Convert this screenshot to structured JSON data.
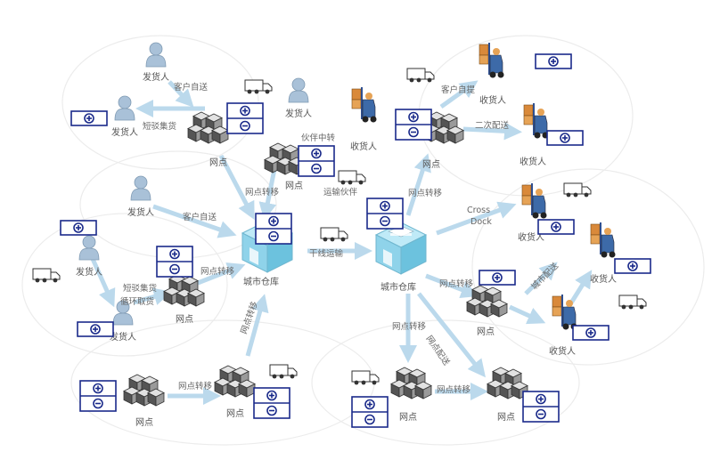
{
  "labels": {
    "shipper": "发货人",
    "consignee": "收货人",
    "outlet": "网点",
    "city_warehouse": "城市仓库",
    "customer_selfsend": "客户自送",
    "customer_selfpick": "客户自提",
    "short_collect": "短驳集货",
    "short_collect_2": "短驳集货",
    "loop_pickup": "循环取货",
    "partner_transfer": "伙伴中转",
    "transport_partner": "运输伙伴",
    "outlet_transfer": "网点转移",
    "trunk_transport": "干线运输",
    "secondary_delivery": "二次配送",
    "city_delivery": "城市配送",
    "outlet_delivery": "网点配送",
    "cross_dock": "Cross",
    "cross_dock_2": "Dock"
  },
  "colors": {
    "arrow": "#b8d8ec",
    "warehouse": "#8fd3ea",
    "box_border": "#1a2a8a",
    "person": "#9bb6cf",
    "forklift": "#2f4f8f",
    "cargo": "#d9893a"
  },
  "icons": [
    "person-icon",
    "truck-icon",
    "boxes-icon",
    "warehouse-icon",
    "forklift-icon",
    "plus-minus-box-icon",
    "plus-box-icon"
  ]
}
